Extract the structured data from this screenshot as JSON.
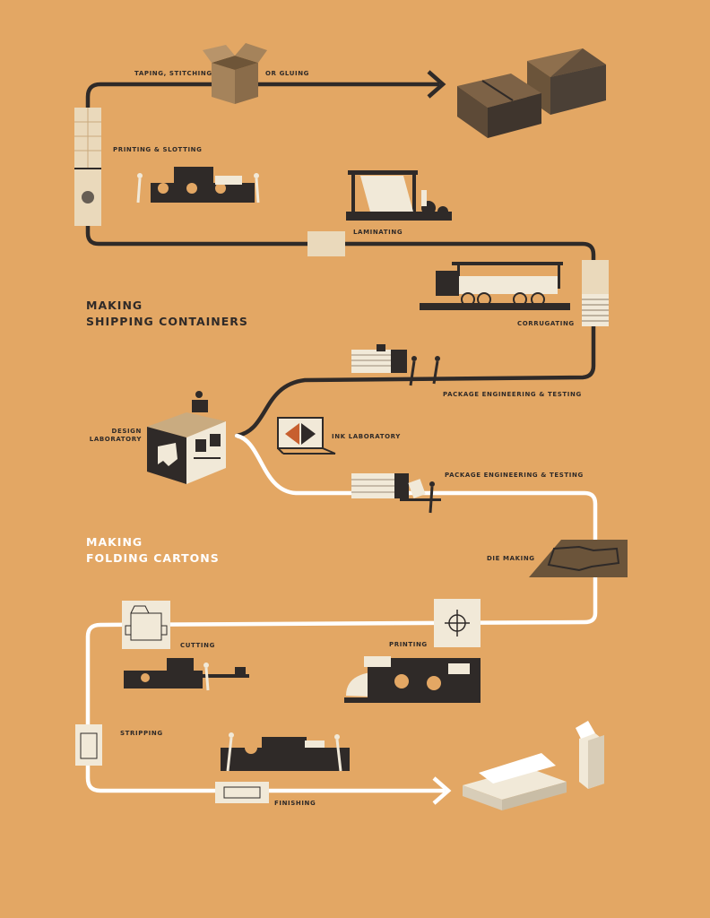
{
  "colors": {
    "background": "#e3a764",
    "dark_line": "#2f2a28",
    "light_line": "#ffffff",
    "panel_light": "#f1e9d8"
  },
  "headings": {
    "shipping": [
      "MAKING",
      "SHIPPING CONTAINERS"
    ],
    "cartons": [
      "MAKING",
      "FOLDING CARTONS"
    ]
  },
  "steps": {
    "taping_left": "TAPING, STITCHING",
    "taping_right": "OR GLUING",
    "printing_slotting": "PRINTING & SLOTTING",
    "laminating": "LAMINATING",
    "corrugating": "CORRUGATING",
    "pkg_eng_top": "PACKAGE ENGINEERING & TESTING",
    "design_lab": [
      "DESIGN",
      "LABORATORY"
    ],
    "ink_lab": "INK LABORATORY",
    "pkg_eng_bottom": "PACKAGE ENGINEERING & TESTING",
    "die_making": "DIE MAKING",
    "printing": "PRINTING",
    "cutting": "CUTTING",
    "stripping": "STRIPPING",
    "finishing": "FINISHING"
  },
  "icons": {
    "open_box": "open-box-icon",
    "finished_boxes": "shipping-boxes-icon",
    "registration_mark": "crosshair-icon",
    "folding_carton": "folding-carton-icon"
  }
}
